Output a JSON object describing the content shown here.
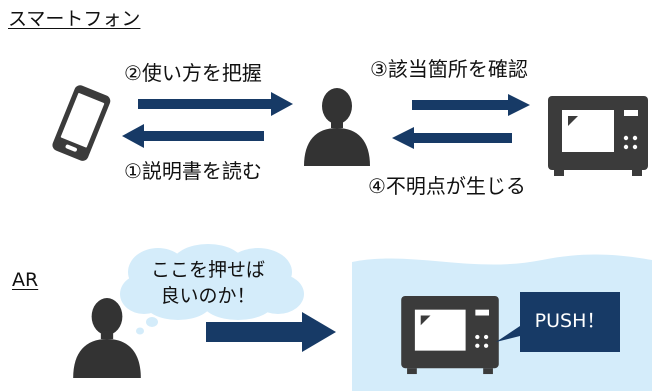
{
  "sections": {
    "smartphone": {
      "heading": "スマートフォン",
      "steps": {
        "step2": "②使い方を把握",
        "step3": "③該当箇所を確認",
        "step1": "①説明書を読む",
        "step4": "④不明点が生じる"
      }
    },
    "ar": {
      "heading": "AR",
      "speech_line1": "ここを押せば",
      "speech_line2": "良いのか！",
      "overlay_label": "PUSH！"
    }
  },
  "icons": {
    "phone": "smartphone-icon",
    "person": "person-icon",
    "microwave": "microwave-icon",
    "arrow": "arrow-icon",
    "speech": "thought-bubble"
  },
  "colors": {
    "arrow": "#173a66",
    "device": "#3b3b3b",
    "person": "#333333",
    "ar_background": "#d4ecfa",
    "push_label_bg": "#173a66"
  }
}
